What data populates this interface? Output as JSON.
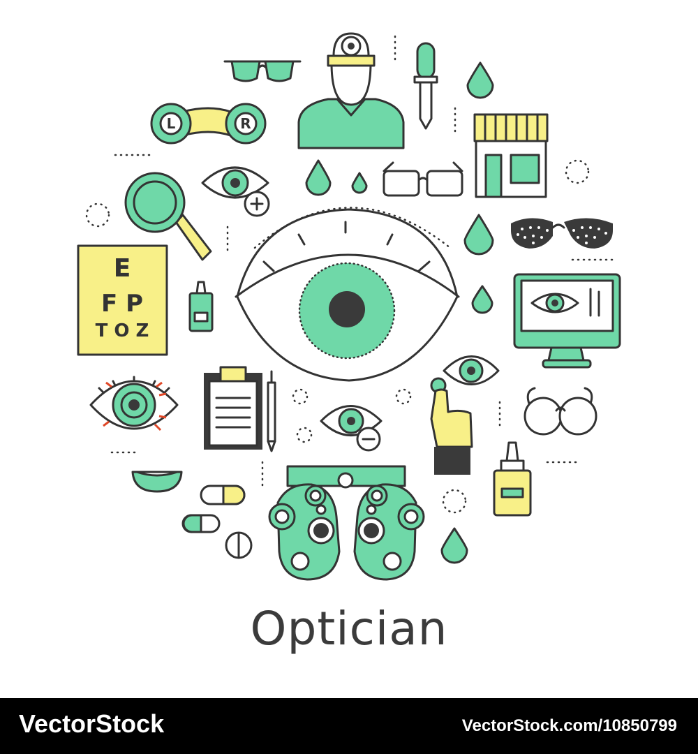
{
  "title": "Optician",
  "eye_chart": {
    "rows": [
      "E",
      "F P",
      "T O Z"
    ]
  },
  "contact_lens_case": {
    "left_label": "L",
    "right_label": "R"
  },
  "watermark": {
    "brand": "VectorStock",
    "image_id": "VectorStock.com/10850799"
  },
  "colors": {
    "accent_green": "#6fd8a8",
    "accent_yellow": "#f8f088",
    "outline": "#333333",
    "footer_bg": "#000000"
  },
  "icons": [
    "glasses-icon",
    "doctor-icon",
    "dropper-icon",
    "drop-icon",
    "contact-lens-case-icon",
    "optics-shop-icon",
    "eye-plus-icon",
    "magnifier-icon",
    "reading-glasses-icon",
    "eye-chart-icon",
    "eye-drops-bottle-icon",
    "large-eye-icon",
    "pinhole-glasses-icon",
    "monitor-eye-test-icon",
    "irritated-eye-icon",
    "clipboard-icon",
    "pencil-icon",
    "eye-minus-icon",
    "hand-pointer-icon",
    "round-glasses-icon",
    "contact-lens-icon",
    "pill-icon",
    "tablet-icon",
    "phoropter-icon",
    "dotted-circle-icon"
  ]
}
